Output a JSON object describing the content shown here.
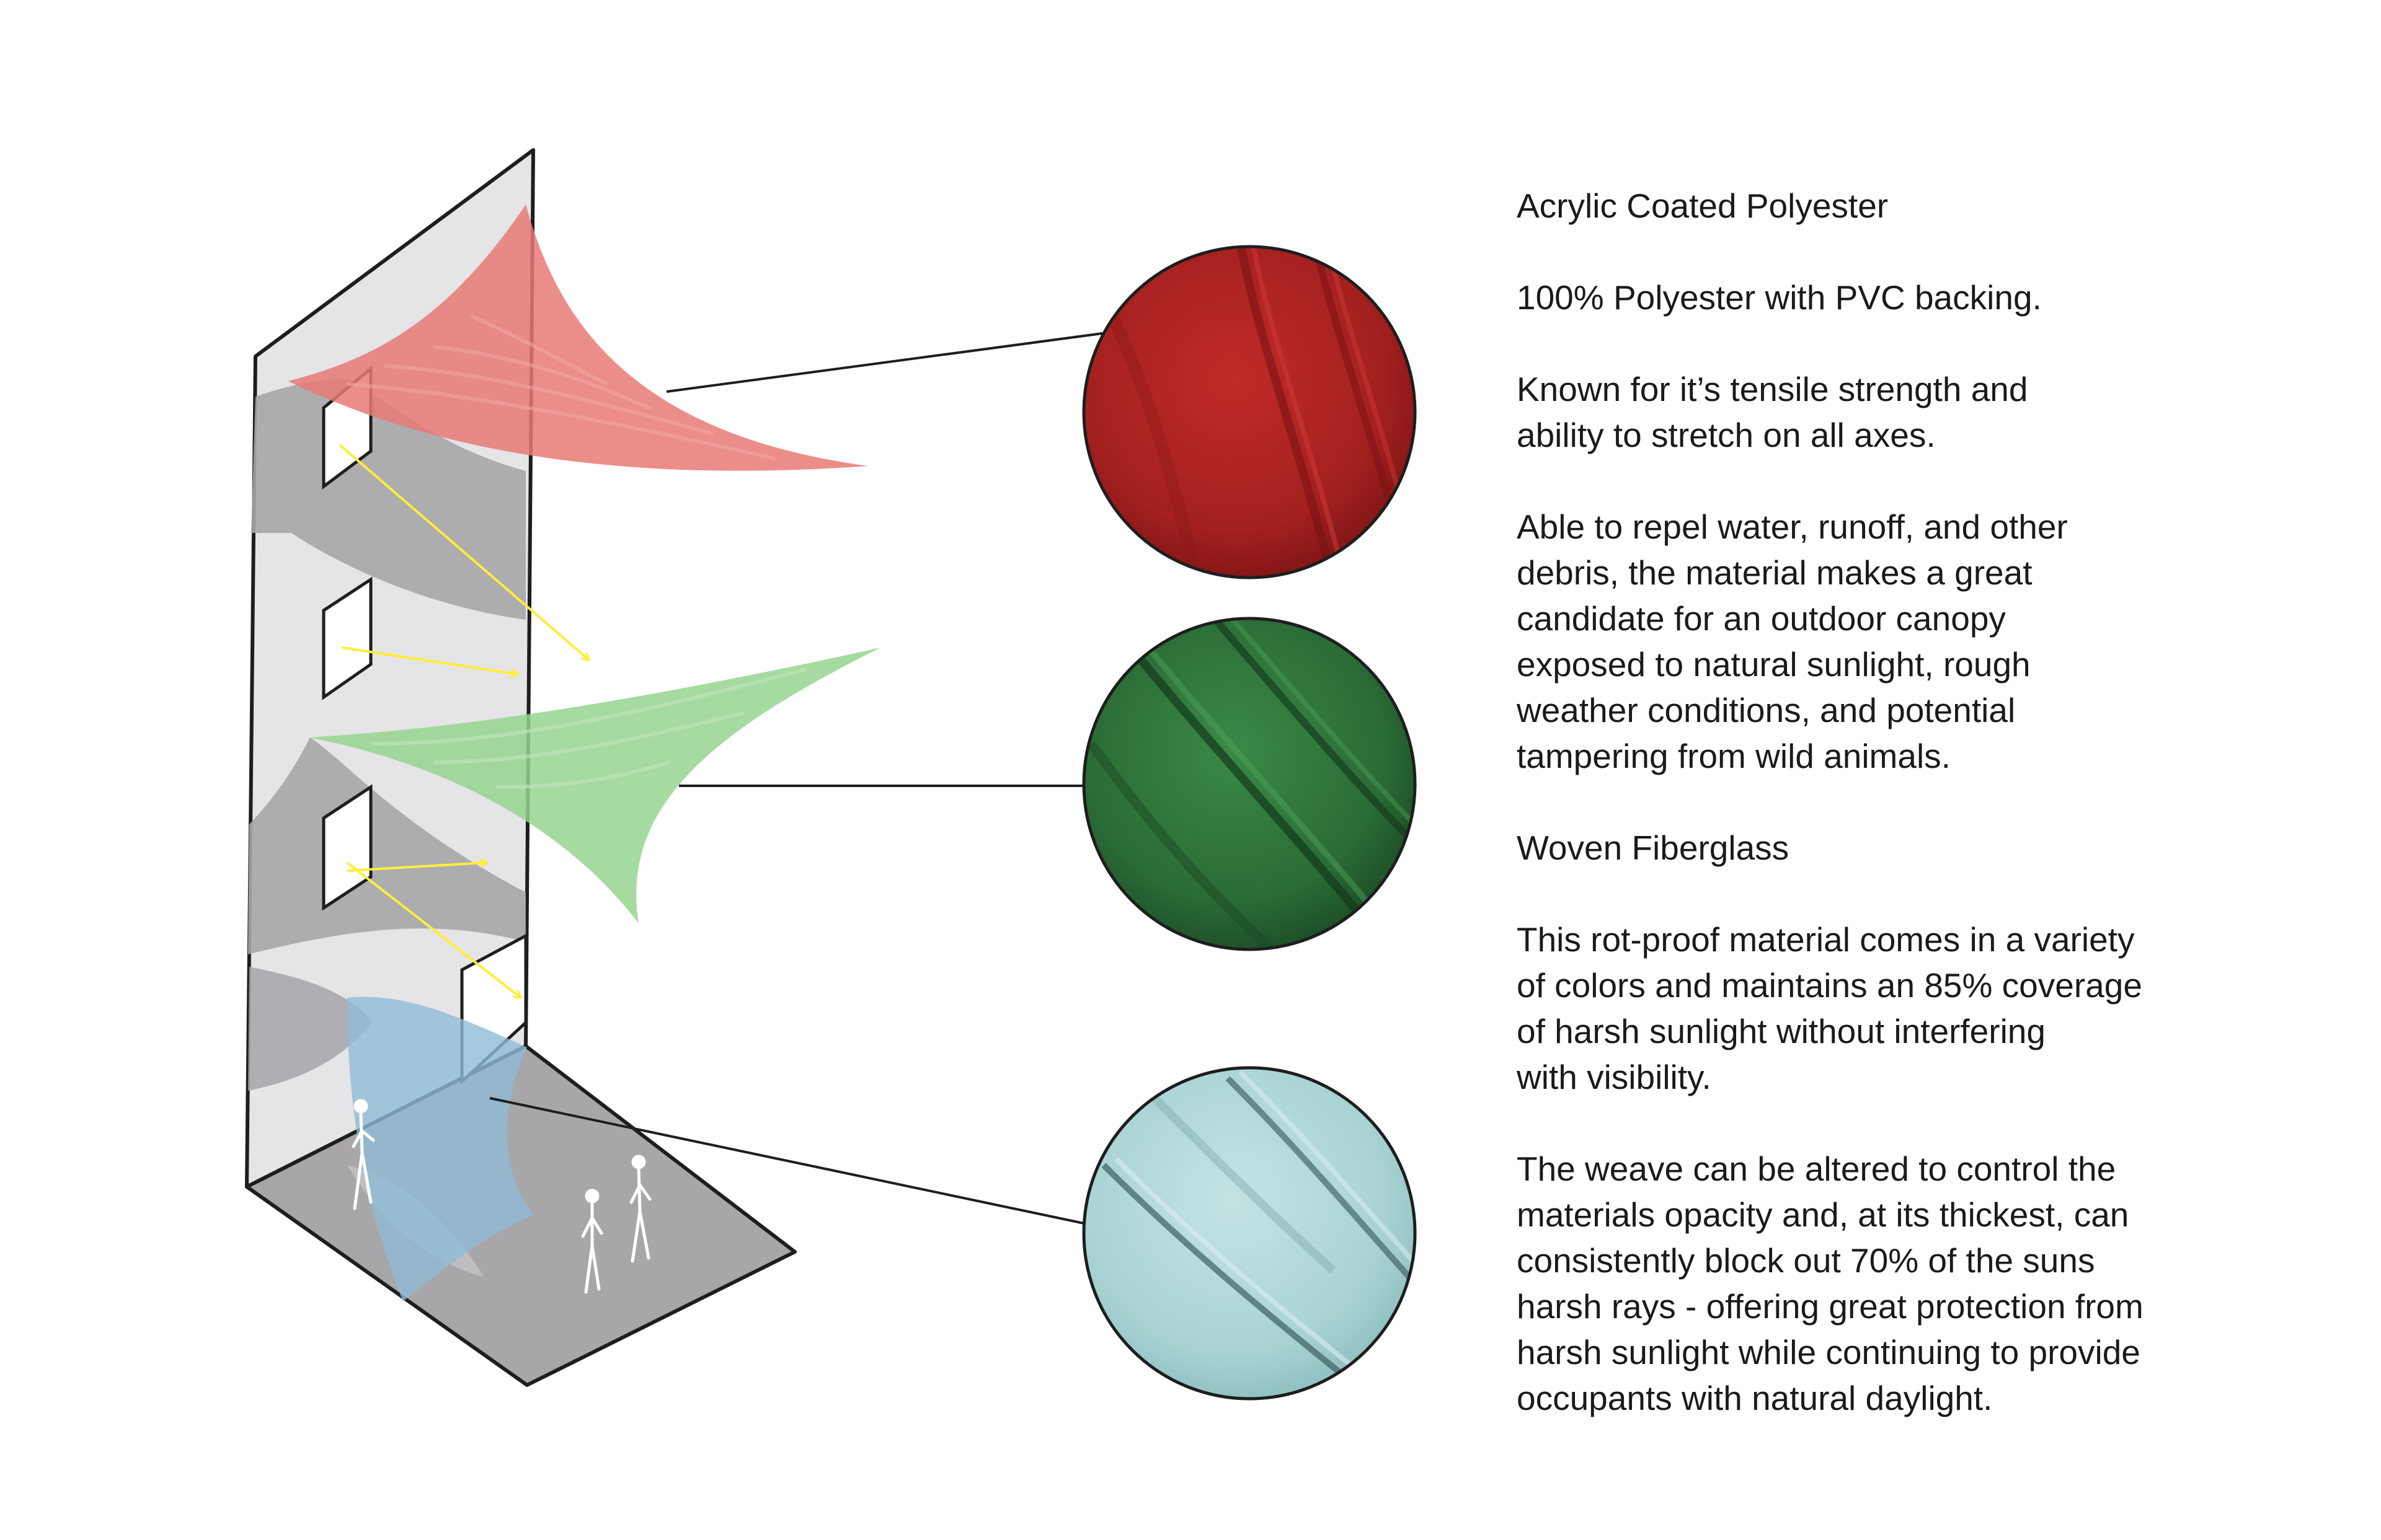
{
  "colors": {
    "acrylic_swatch": "#a3201f",
    "fiberglass_green_swatch": "#2a6b36",
    "fiberglass_blue_swatch": "#a9d3d3",
    "red_canopy": "#e87a76",
    "green_canopy": "#95d58f",
    "blue_canopy": "#8fbcd6",
    "light_arrow": "#ffee3a",
    "wall": "#e5e4e6",
    "shadow": "#a6a5a8",
    "ground": "#a8a6a8"
  },
  "icons": [
    "sun-ray-arrow-icon",
    "person-figure-icon",
    "window-icon"
  ],
  "text": {
    "p1_title": "Acrylic Coated Polyester",
    "p2": "100% Polyester with PVC backing.",
    "p3": [
      "Known for it’s tensile strength and",
      "ability to stretch on all axes."
    ],
    "p4": [
      "Able to repel water, runoff, and other",
      "debris, the material makes a great",
      "candidate for an outdoor canopy",
      "exposed to natural sunlight, rough",
      "weather conditions, and potential",
      "tampering from wild animals."
    ],
    "p5_title": "Woven Fiberglass",
    "p6": [
      "This rot-proof material comes in a variety",
      "of colors and maintains an 85% coverage",
      "of harsh sunlight without interfering",
      "with visibility."
    ],
    "p7": [
      "The weave can be altered to control the",
      "materials opacity and, at its thickest, can",
      "consistently block out 70% of the suns",
      "harsh rays - offering great protection from",
      "harsh sunlight while continuing to provide",
      "occupants with natural daylight."
    ]
  }
}
